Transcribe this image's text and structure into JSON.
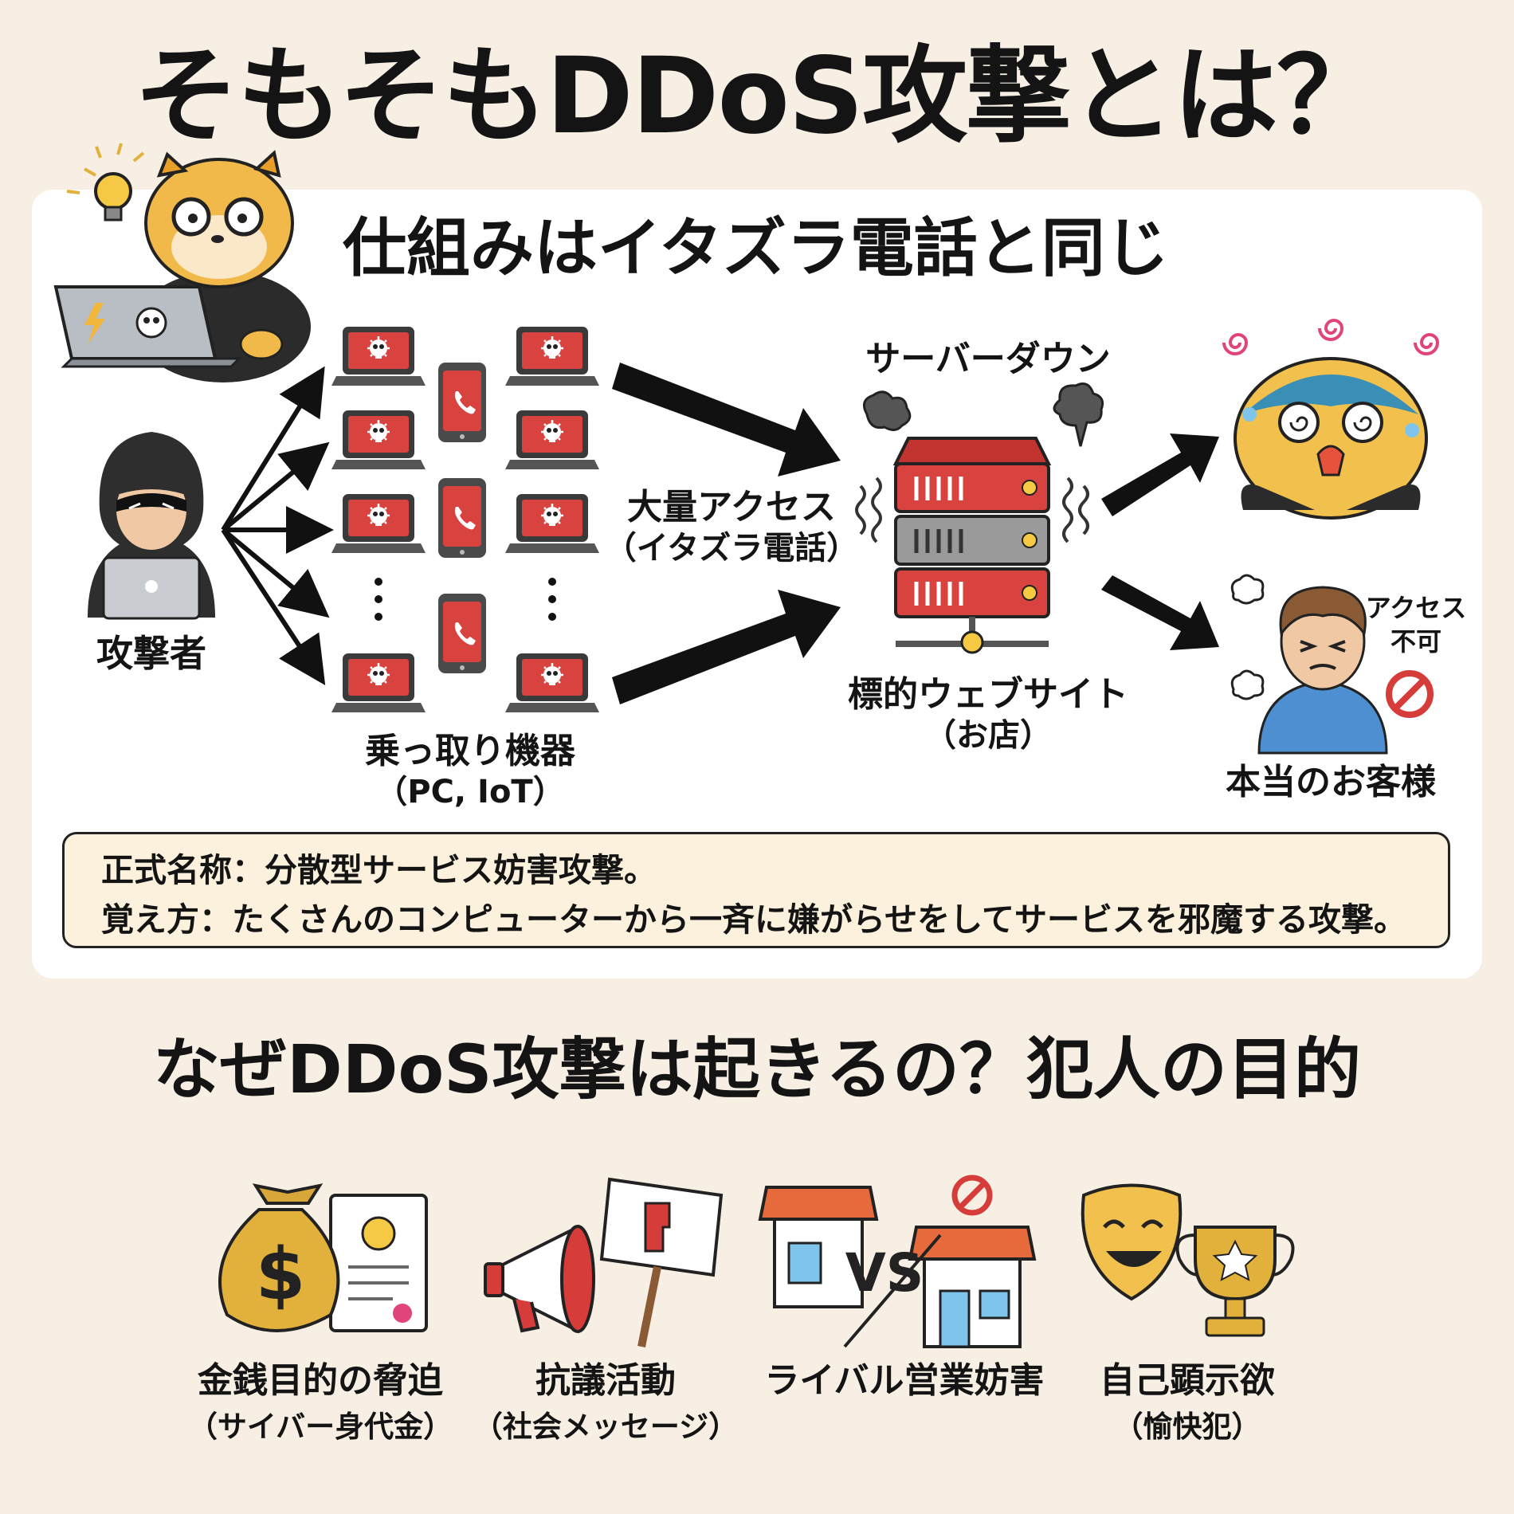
{
  "title": "そもそもDDoS攻撃とは？",
  "diagram": {
    "subtitle": "仕組みはイタズラ電話と同じ",
    "attacker_label": "攻撃者",
    "devices_label": "乗っ取り機器",
    "devices_sub": "（PC, IoT）",
    "traffic_label": "大量アクセス",
    "traffic_sub": "（イタズラ電話）",
    "server_status": "サーバーダウン",
    "target_label": "標的ウェブサイト",
    "target_sub": "（お店）",
    "access_denied_line1": "アクセス",
    "access_denied_line2": "不可",
    "customer_label": "本当のお客様",
    "icons": [
      "lightbulb-icon",
      "laptop-icon",
      "skull-icon",
      "smartphone-icon",
      "server-icon",
      "dizzy-spiral-icon",
      "no-entry-icon"
    ]
  },
  "note": {
    "line1": "正式名称：分散型サービス妨害攻撃。",
    "line2": "覚え方：たくさんのコンピューターから一斉に嫌がらせをしてサービスを邪魔する攻撃。"
  },
  "motives_title": "なぜDDoS攻撃は起きるの？犯人の目的",
  "motives": [
    {
      "label": "金銭目的の脅迫",
      "sub": "（サイバー身代金）",
      "icon": "money-bag-icon"
    },
    {
      "label": "抗議活動",
      "sub": "（社会メッセージ）",
      "icon": "megaphone-icon"
    },
    {
      "label": "ライバル営業妨害",
      "sub": "",
      "icon": "shops-vs-icon",
      "vs": "VS"
    },
    {
      "label": "自己顕示欲",
      "sub": "（愉快犯）",
      "icon": "trophy-mask-icon"
    }
  ],
  "colors": {
    "background": "#f7efe3",
    "accent_red": "#d63d3a",
    "server_gray": "#8e8e8e",
    "gold": "#e2b13c",
    "note_bg": "#fbf1dc"
  }
}
